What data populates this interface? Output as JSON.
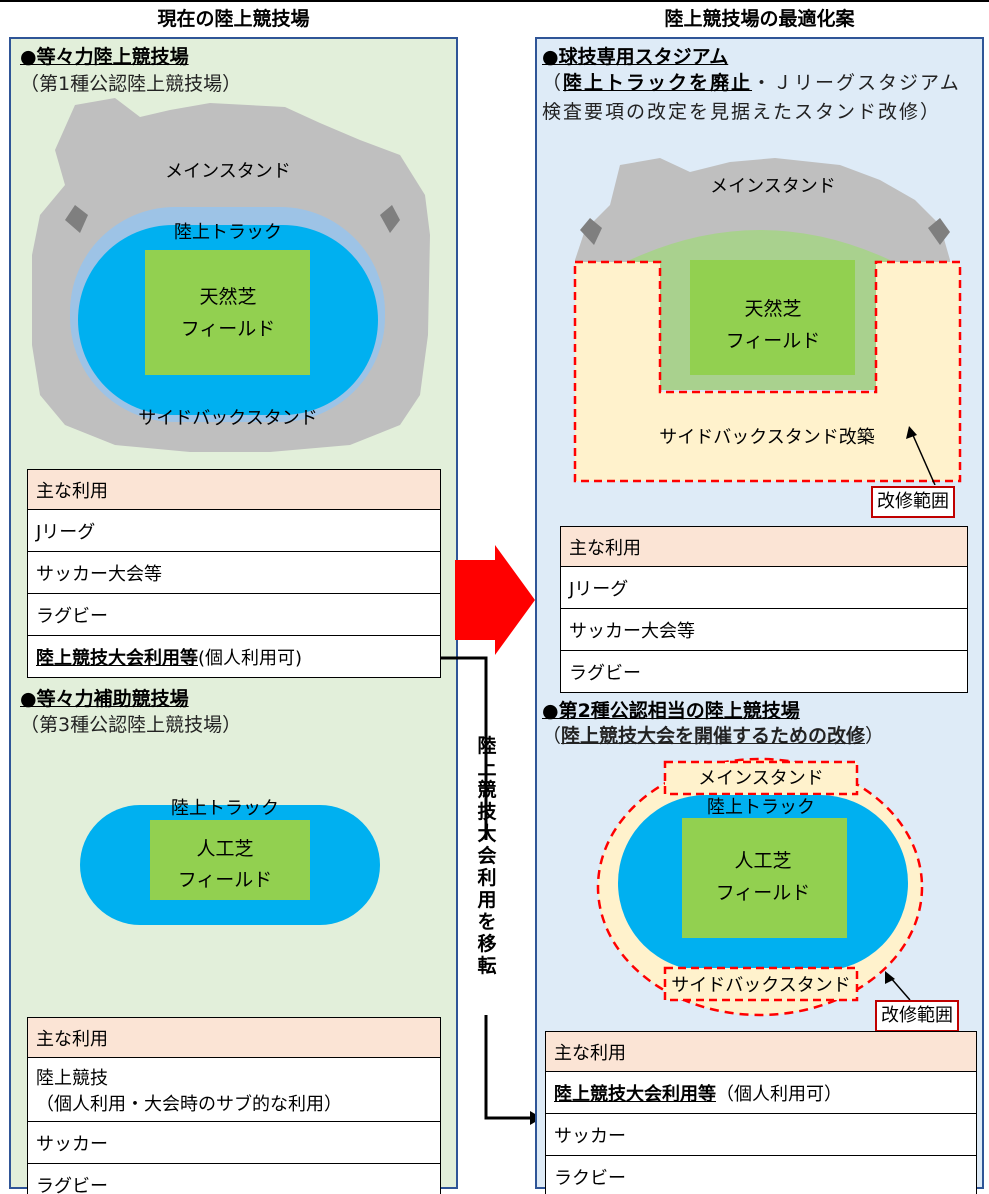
{
  "headings": {
    "left": "現在の陸上競技場",
    "right": "陸上競技場の最適化案"
  },
  "left": {
    "main_stadium": {
      "title": "●等々力陸上競技場",
      "subtitle": "（第1種公認陸上競技場）",
      "labels": {
        "main_stand": "メインスタンド",
        "track": "陸上トラック",
        "field_line1": "天然芝",
        "field_line2": "フィールド",
        "side_back": "サイドバックスタンド"
      },
      "usage": {
        "header": "主な利用",
        "rows": [
          "Jリーグ",
          "サッカー大会等",
          "ラグビー"
        ],
        "bold_row_main": "陸上競技大会利用等",
        "bold_row_note": "(個人利用可)"
      }
    },
    "aux_stadium": {
      "title": "●等々力補助競技場",
      "subtitle": "（第3種公認陸上競技場）",
      "labels": {
        "track": "陸上トラック",
        "field_line1": "人工芝",
        "field_line2": "フィールド"
      },
      "usage": {
        "header": "主な利用",
        "row1_line1": "陸上競技",
        "row1_line2": "（個人利用・大会時のサブ的な利用）",
        "rows": [
          "サッカー",
          "ラグビー"
        ]
      }
    }
  },
  "transfer_label": "陸上競技大会利用を移転",
  "right": {
    "ball_stadium": {
      "title": "●球技専用スタジアム",
      "sub_open": "（",
      "sub_bold": "陸上トラックを廃止",
      "sub_rest": "・Ｊリーグスタジアム検査要項の改定を見据えたスタンド改修）",
      "labels": {
        "main_stand": "メインスタンド",
        "field_line1": "天然芝",
        "field_line2": "フィールド",
        "side_back": "サイドバックスタンド改築"
      },
      "callout": "改修範囲",
      "usage": {
        "header": "主な利用",
        "rows": [
          "Jリーグ",
          "サッカー大会等",
          "ラグビー"
        ]
      }
    },
    "class2_stadium": {
      "title": "●第2種公認相当の陸上競技場",
      "sub_open": "（",
      "sub_bold": "陸上競技大会を開催するための改修",
      "sub_close": "）",
      "labels": {
        "main_stand": "メインスタンド",
        "track": "陸上トラック",
        "field_line1": "人工芝",
        "field_line2": "フィールド",
        "side_back": "サイドバックスタンド"
      },
      "callout": "改修範囲",
      "usage": {
        "header": "主な利用",
        "bold_row_main": "陸上競技大会利用等",
        "bold_row_note": "（個人利用可）",
        "rows": [
          "サッカー",
          "ラクビー"
        ]
      }
    }
  },
  "colors": {
    "left_panel": "#e2efda",
    "right_panel": "#deebf7",
    "panel_border": "#2f5597",
    "stand_gray": "#bfbfbf",
    "track_blue": "#00b0f0",
    "track_light": "#9dc3e6",
    "field_green": "#92d050",
    "renovation_fill": "#fff2cc",
    "renovation_border": "#ff0000",
    "table_header": "#fbe4d5",
    "arrow_red": "#ff0000"
  }
}
